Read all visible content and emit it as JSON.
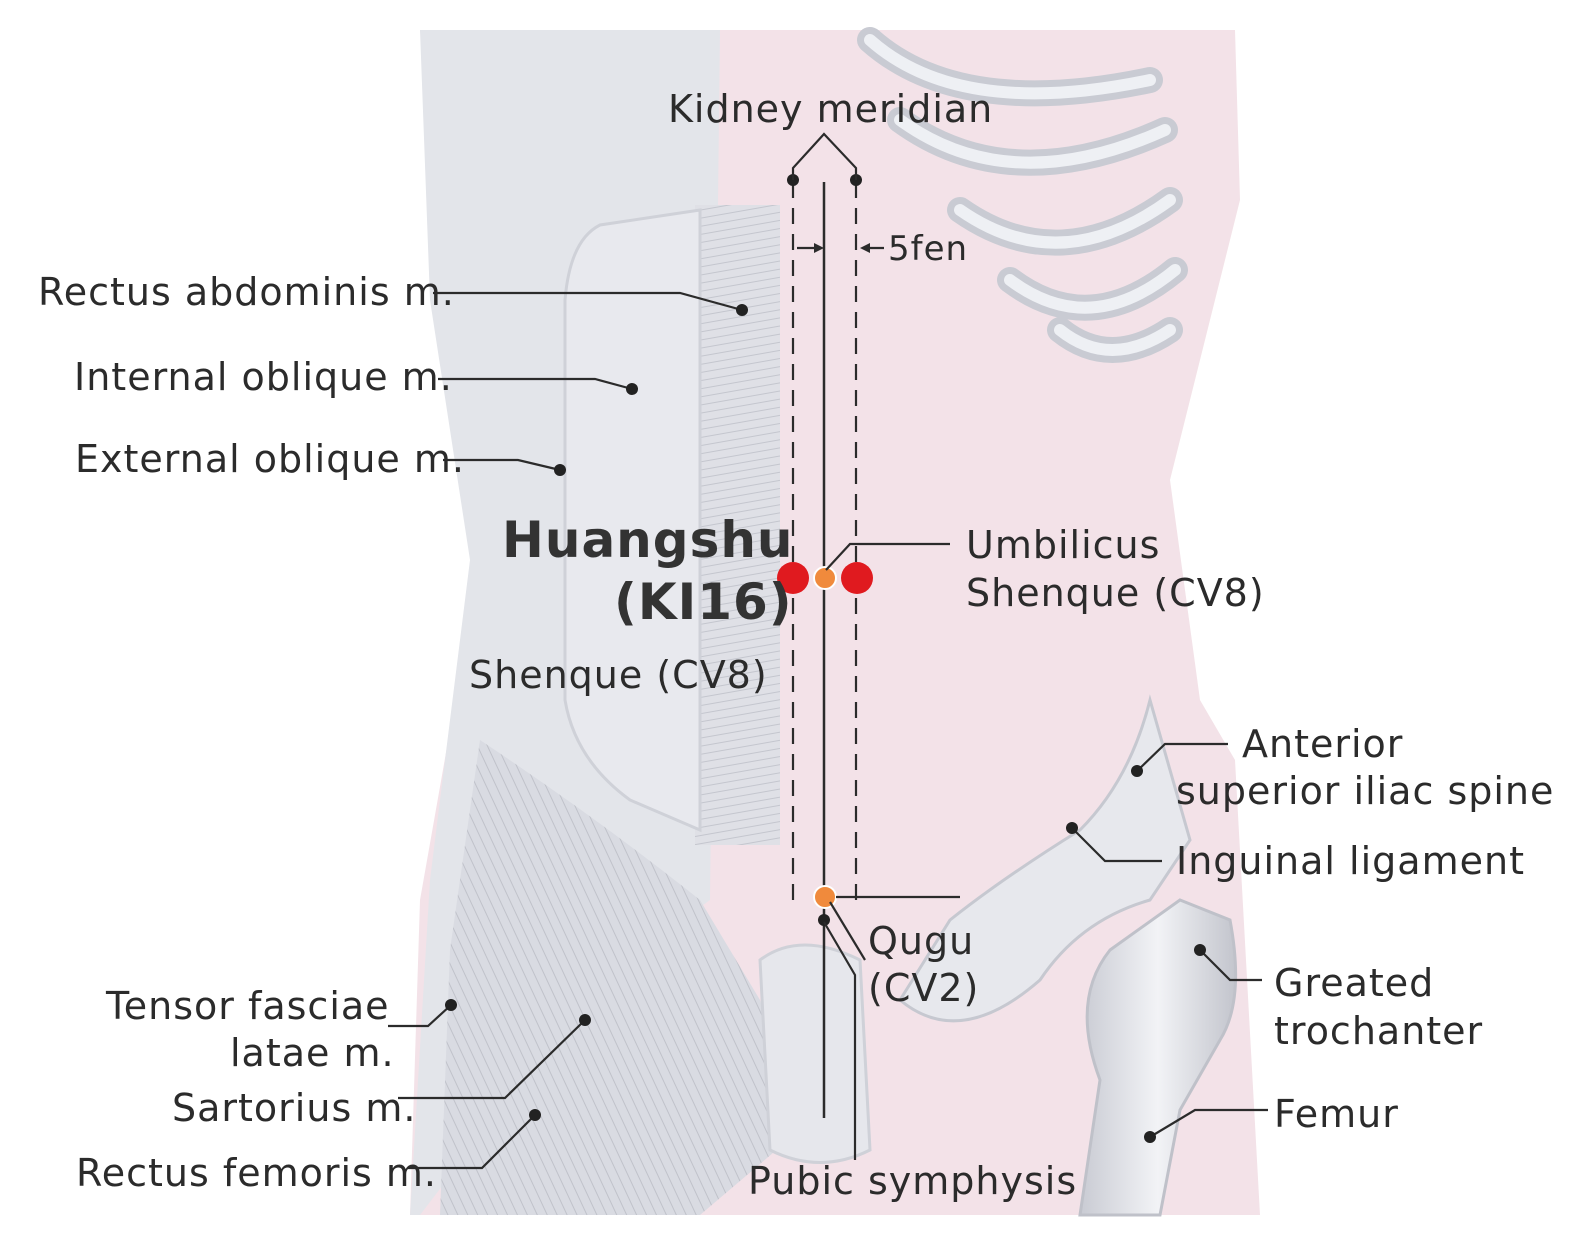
{
  "title": {
    "acupoint_name": "Huangshu",
    "acupoint_code": "(KI16)"
  },
  "labels": {
    "kidney_meridian": "Kidney meridian",
    "distance": "5fen",
    "rectus_abdominis": "Rectus abdominis m.",
    "internal_oblique": "Internal oblique m.",
    "external_oblique": "External oblique m.",
    "umbilicus": "Umbilicus",
    "shenque_right": "Shenque (CV8)",
    "shenque_left": "Shenque (CV8)",
    "asis_line1": "Anterior",
    "asis_line2": "superior iliac spine",
    "inguinal_ligament": "Inguinal ligament",
    "qugu_line1": "Qugu",
    "qugu_line2": "(CV2)",
    "greater_trochanter_line1": "Greated",
    "greater_trochanter_line2": "trochanter",
    "femur": "Femur",
    "tensor_line1": "Tensor fasciae",
    "tensor_line2": "latae m.",
    "sartorius": "Sartorius m.",
    "rectus_femoris": "Rectus femoris m.",
    "pubic_symphysis": "Pubic symphysis"
  },
  "colors": {
    "acupoint_marker": "#e01a1f",
    "reference_marker": "#f08a3c",
    "background_tint": "#f6e3ea",
    "muscle_grey": "#dadce2"
  }
}
